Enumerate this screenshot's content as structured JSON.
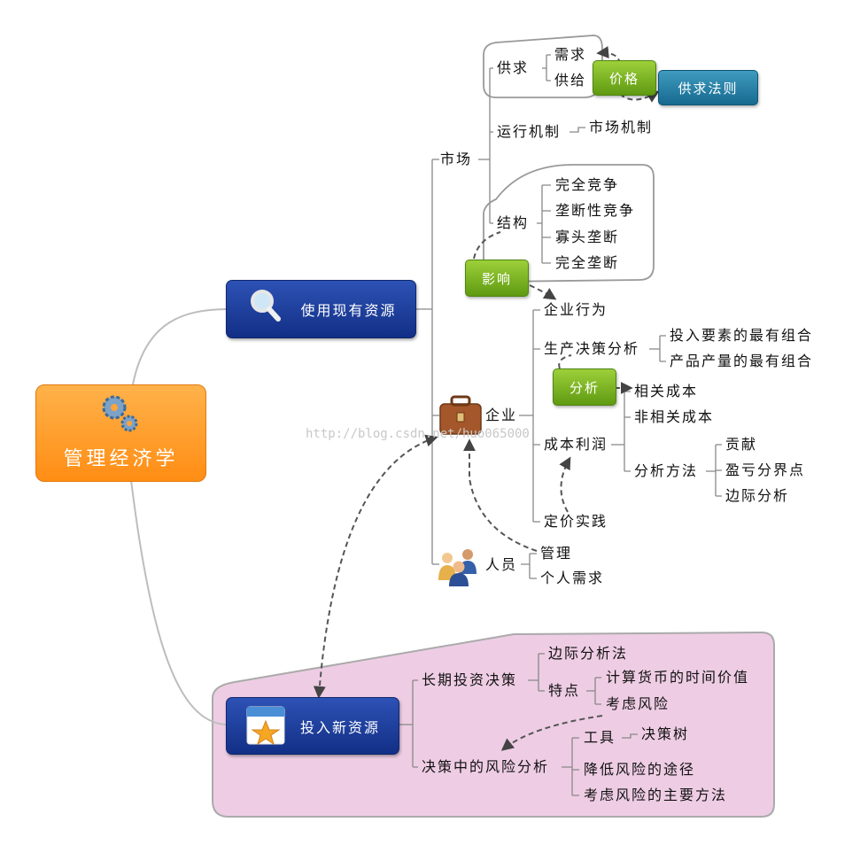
{
  "root": {
    "label": "管理经济学",
    "icon": "gears-icon"
  },
  "branch1": {
    "label": "使用现有资源",
    "icon": "magnifier-icon"
  },
  "branch2": {
    "label": "投入新资源",
    "icon": "calendar-star-icon"
  },
  "market": {
    "label": "市场",
    "supply_demand": {
      "label": "供求",
      "items": [
        "需求",
        "供给"
      ]
    },
    "mechanism": {
      "label": "运行机制",
      "child": "市场机制"
    },
    "structure": {
      "label": "结构",
      "items": [
        "完全竞争",
        "垄断性竞争",
        "寡头垄断",
        "完全垄断"
      ]
    }
  },
  "price_callout": "价格",
  "law_callout": "供求法则",
  "influence_callout": "影响",
  "enterprise": {
    "label": "企业",
    "icon": "briefcase-icon",
    "behavior": "企业行为",
    "production": {
      "label": "生产决策分析",
      "items": [
        "投入要素的最有组合",
        "产品产量的最有组合"
      ]
    },
    "analysis_callout": "分析",
    "cost_profit": {
      "label": "成本利润",
      "relevant": "相关成本",
      "irrelevant": "非相关成本",
      "method": {
        "label": "分析方法",
        "items": [
          "贡献",
          "盈亏分界点",
          "边际分析"
        ]
      }
    },
    "pricing": "定价实践"
  },
  "people": {
    "label": "人员",
    "icon": "people-icon",
    "items": [
      "管理",
      "个人需求"
    ]
  },
  "investment": {
    "long_term": {
      "label": "长期投资决策",
      "marginal": "边际分析法",
      "features": {
        "label": "特点",
        "items": [
          "计算货币的时间价值",
          "考虑风险"
        ]
      }
    },
    "risk": {
      "label": "决策中的风险分析",
      "tools": {
        "label": "工具",
        "child": "决策树"
      },
      "items": [
        "降低风险的途径",
        "考虑风险的主要方法"
      ]
    }
  },
  "watermark": "http://blog.csdn.net/huo065000",
  "colors": {
    "root": "#ff9a22",
    "blue": "#1a3d9b",
    "green": "#79b322",
    "teal": "#1f7ea6",
    "boundary_fill": "#eecde4",
    "boundary_stroke": "#aaaaaa"
  }
}
